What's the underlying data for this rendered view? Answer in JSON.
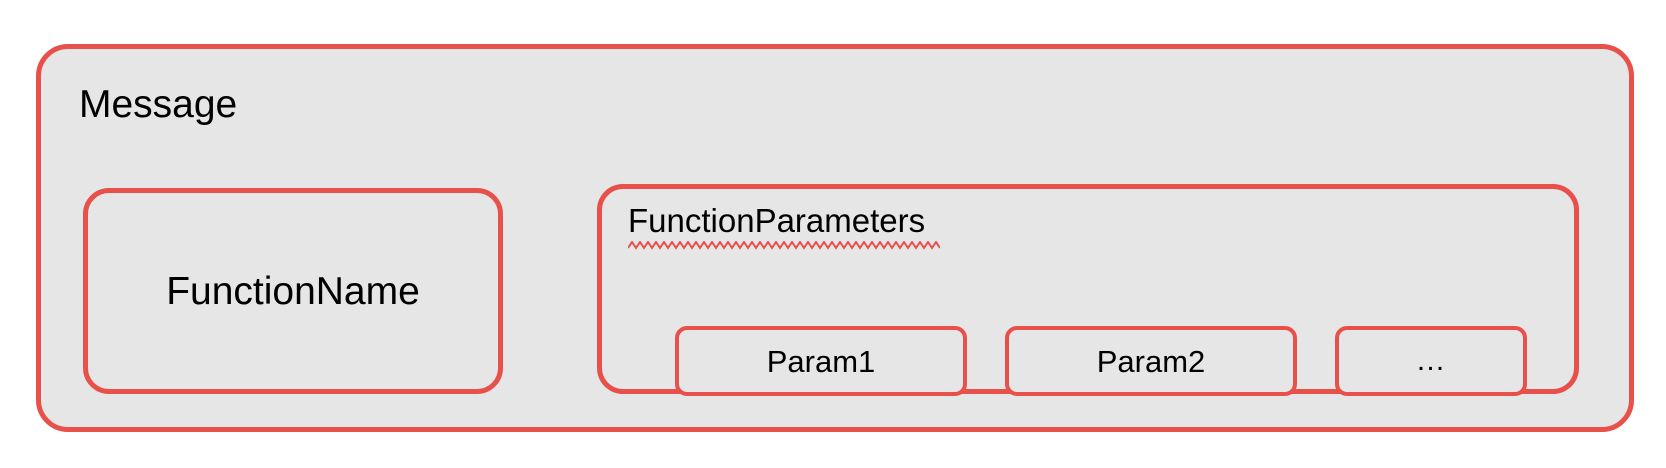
{
  "diagram": {
    "title": "Message",
    "background_color": "#ffffff",
    "node_fill_color": "#e6e6e6",
    "node_border_color": "#e8504a",
    "text_color": "#000000",
    "spellcheck_underline_color": "#e8504a",
    "message": {
      "label": "Message",
      "function_name": {
        "label": "FunctionName"
      },
      "function_parameters": {
        "label": "FunctionParameters",
        "has_spellcheck_underline": true,
        "params": [
          {
            "label": "Param1",
            "size": "wide"
          },
          {
            "label": "Param2",
            "size": "wide"
          },
          {
            "label": "…",
            "size": "narrow"
          }
        ]
      }
    }
  }
}
